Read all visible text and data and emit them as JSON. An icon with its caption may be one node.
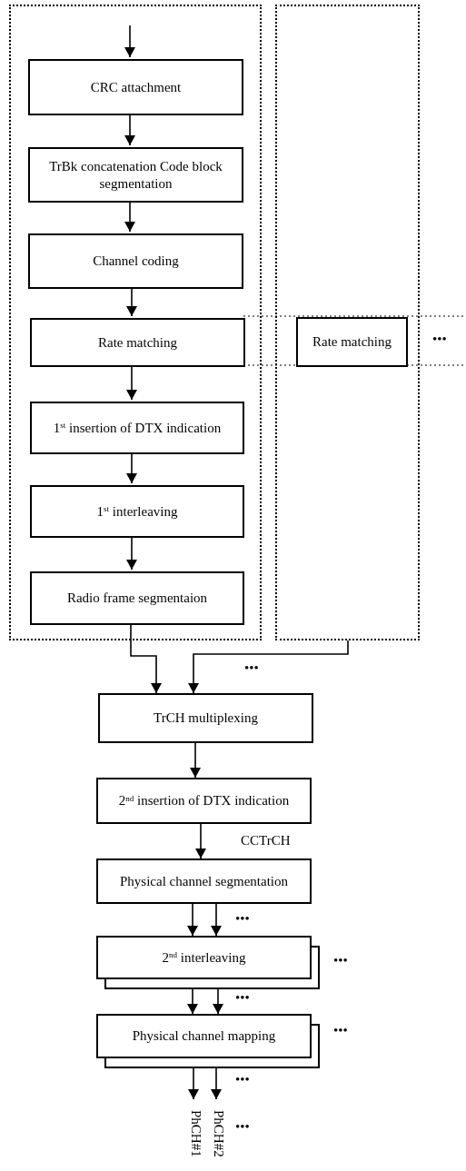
{
  "diagram": {
    "nodes": [
      {
        "text": [],
        "shape": "box"
      },
      {
        "text": [
          "CRC attachment"
        ],
        "in": 0
      },
      {
        "text": [
          "TrBk concatenation Code block segmentation"
        ],
        "in": 0
      },
      {
        "text": [
          "Channel coding"
        ],
        "in": 0
      },
      {
        "text": [
          "Rate matching"
        ],
        "in": 0
      },
      {
        "text": [
          "1$^{st}$ insertion of DTX indication"
        ],
        "in": 0
      },
      {
        "text": [
          "1$^{st}$ interleaving"
        ],
        "in": 0
      },
      {
        "text": [
          "Radio frame segmentaion"
        ],
        "in": 0
      },
      {
        "text": [],
        "shape": "box"
      },
      {
        "text": [
          "Rate matching"
        ],
        "in": 8
      },
      {
        "text": [
          "TrCH multiplexing"
        ]
      },
      {
        "text": [
          "2$^{nd}$ insertion of DTX indication"
        ]
      },
      {
        "text": [
          "Physical channel segmentation"
        ]
      },
      {
        "text": [
          "2$^{nd}$ interleaving"
        ]
      },
      {
        "text": [
          "Physical channel mapping"
        ]
      },
      {
        "text": [
          "PhCH#1"
        ]
      },
      {
        "text": [
          "PhCH#2"
        ]
      }
    ],
    "edges": [
      {
        "from": null,
        "to": 1,
        "arrow": "to"
      },
      {
        "from": 1,
        "to": 2,
        "arrow": "to"
      },
      {
        "from": 2,
        "to": 3,
        "arrow": "to"
      },
      {
        "from": 3,
        "to": 4,
        "arrow": "to"
      },
      {
        "from": 4,
        "to": 5,
        "arrow": "to"
      },
      {
        "from": 5,
        "to": 6,
        "arrow": "to"
      },
      {
        "from": 6,
        "to": 7,
        "arrow": "to"
      },
      {
        "from": 7,
        "to": 10,
        "arrow": "to"
      },
      {
        "from": 8,
        "to": 10,
        "arrow": "to"
      },
      {
        "from": 10,
        "to": 11,
        "arrow": "to"
      },
      {
        "from": 11,
        "to": 12,
        "arrow": "to"
      },
      {
        "from": 12,
        "to": 13,
        "arrow": "to"
      },
      {
        "from": 12,
        "to": 13,
        "arrow": "to"
      },
      {
        "from": 13,
        "to": 14,
        "arrow": "to"
      },
      {
        "from": 13,
        "to": 14,
        "arrow": "to"
      },
      {
        "from": 14,
        "to": 15,
        "arrow": "to"
      },
      {
        "from": 14,
        "to": 16,
        "arrow": "to"
      }
    ],
    "labels": [
      "•••",
      "•••",
      "CCTrCH",
      "•••",
      "•••",
      "•••",
      "•••",
      "•••",
      "•••"
    ]
  }
}
